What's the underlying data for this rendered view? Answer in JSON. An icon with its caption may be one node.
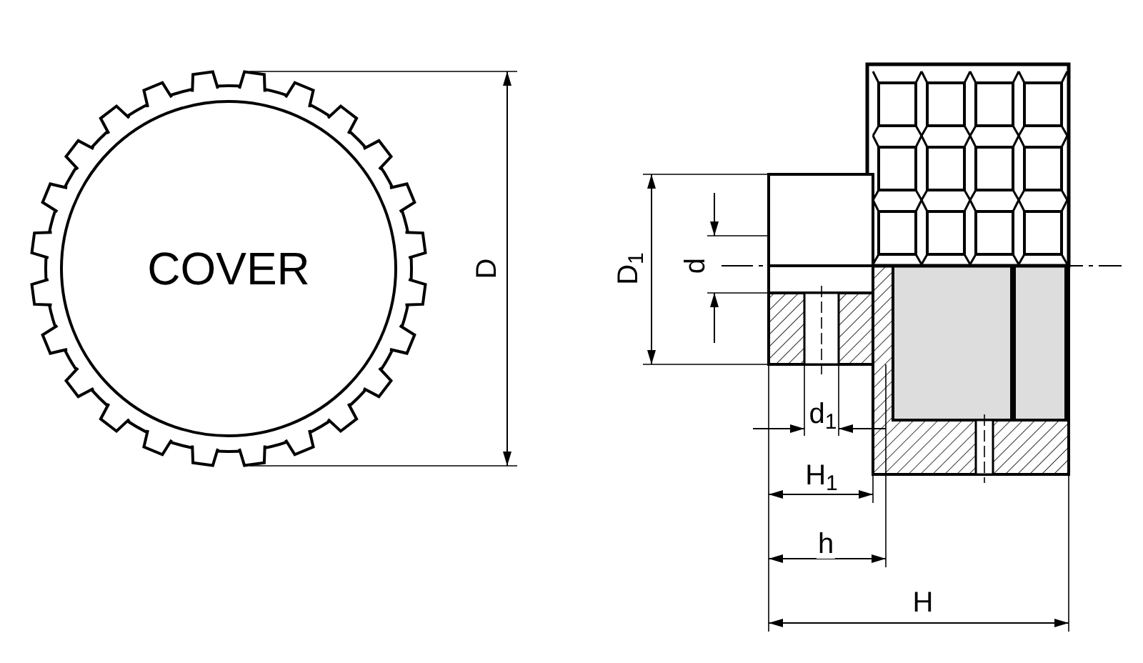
{
  "diagram": {
    "nodes": [
      {
        "text": [
          "COVER"
        ]
      }
    ],
    "labels": [
      "D",
      "D$_{1}$",
      "d",
      "d$_{1}$",
      "H$_{1}$",
      "h",
      "H"
    ]
  }
}
